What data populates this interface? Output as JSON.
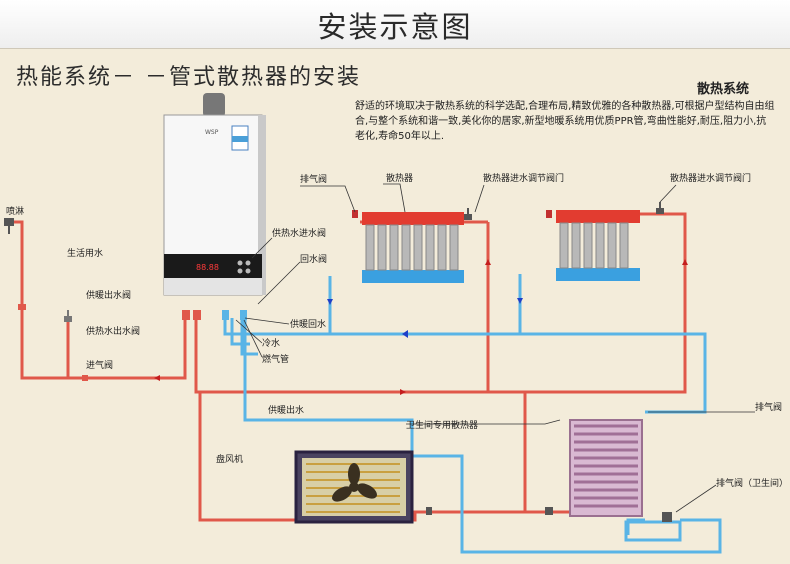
{
  "header": {
    "title": "安装示意图"
  },
  "subtitle": "热能系统－ －管式散热器的安装",
  "info": {
    "title": "散热系统",
    "description": "舒适的环境取决于散热系统的科学选配,合理布局,精致优雅的各种散热器,可根据户型结构自由组合,与整个系统和谐一致,美化你的居家,新型地暖系统用优质PPR管,弯曲性能好,耐压,阻力小,抗老化,寿命50年以上."
  },
  "labels": {
    "shower": "喷淋",
    "domestic_water": "生活用水",
    "heating_out_valve": "供暖出水阀",
    "hot_water_out_valve": "供热水出水阀",
    "inlet_valve": "进气阀",
    "air_vent_1": "排气阀",
    "radiator": "散热器",
    "radiator_inlet_valve_1": "散热器进水调节阀门",
    "radiator_inlet_valve_2": "散热器进水调节阀门",
    "hot_supply_inlet_valve": "供热水进水阀",
    "return_valve": "回水阀",
    "heating_return": "供暖回水",
    "cold_water": "冷水",
    "gas_pipe": "燃气管",
    "heating_out": "供暖出水",
    "bathroom_radiator": "卫生间专用散热器",
    "air_vent_2": "排气阀",
    "fan_coil": "盘风机",
    "bathroom_air_vent": "排气阀（卫生间）"
  },
  "boiler": {
    "brand": "WSP",
    "display": "88.88"
  },
  "colors": {
    "hot_pipe": "#e0584a",
    "cold_pipe": "#59b4e6",
    "background": "#f3ecda"
  }
}
